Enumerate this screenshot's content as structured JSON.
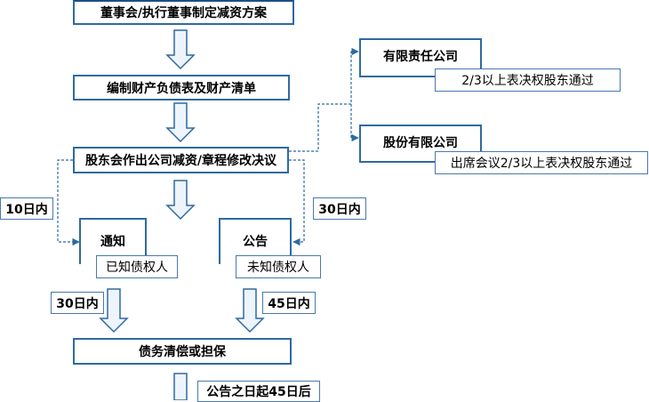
{
  "steps": {
    "plan": "董事会/执行董事制定减资方案",
    "balance_sheet": "编制财产负债表及财产清单",
    "resolution": "股东会作出公司减资/章程修改决议",
    "settlement": "债务清偿或担保"
  },
  "company_types": {
    "llc": {
      "title": "有限责任公司",
      "rule": "2/3以上表决权股东通过"
    },
    "joint_stock": {
      "title": "股份有限公司",
      "rule": "出席会议2/3以上表决权股东通过"
    }
  },
  "notify": {
    "title": "通知",
    "target": "已知债权人",
    "deadline": "10日内",
    "reply": "30日内"
  },
  "announce": {
    "title": "公告",
    "target": "未知债权人",
    "deadline": "30日内",
    "reply": "45日内"
  },
  "final_note": "公告之日起45日后",
  "colors": {
    "border": "#2f6aa0",
    "arrow_fill": "#e8f0fa",
    "dashed": "#2f6aa0"
  }
}
